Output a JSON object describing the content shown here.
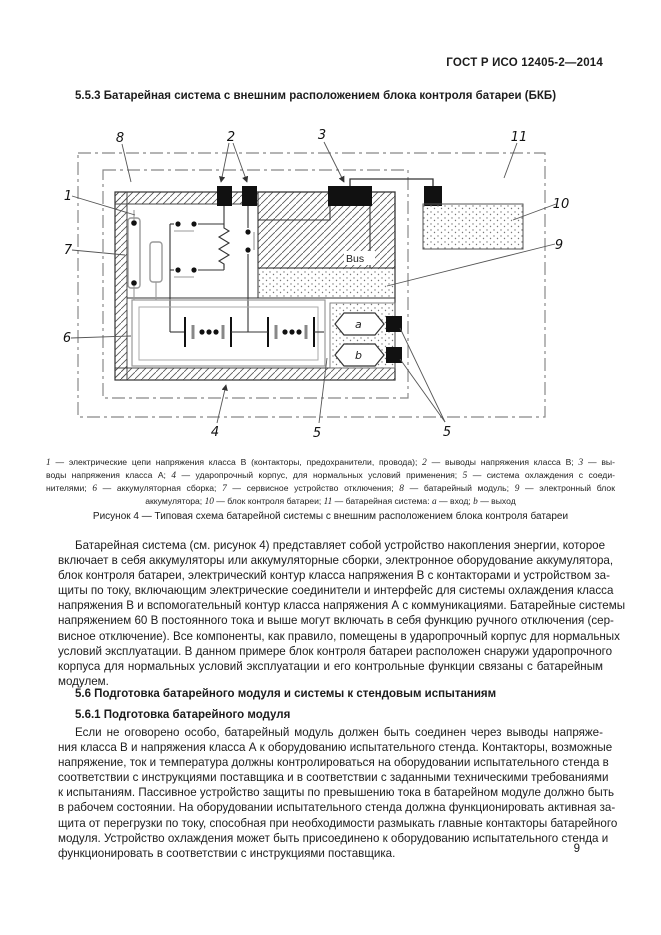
{
  "page": {
    "header": "ГОСТ Р ИСО 12405-2—2014",
    "number": "9"
  },
  "section_553": {
    "title": "5.5.3 Батарейная система с внешним расположением блока контроля батареи (БКБ)"
  },
  "figure": {
    "caption": "Рисунок 4 — Типовая схема батарейной системы с внешним расположением блока контроля батареи",
    "labels": {
      "l1": "1",
      "l2": "2",
      "l3": "3",
      "l4": "4",
      "l5a": "5",
      "l5b": "5",
      "l6": "6",
      "l7": "7",
      "l8": "8",
      "l9": "9",
      "l10": "10",
      "l11": "11",
      "port_a": "a",
      "port_b": "b",
      "bus": "Bus"
    },
    "legend_lines": [
      [
        {
          "t": "1",
          "i": true
        },
        {
          "t": " — электрические цепи напряжения класса В (контакторы, предохранители, провода); "
        },
        {
          "t": "2",
          "i": true
        },
        {
          "t": " — выводы напряжения класса В; "
        },
        {
          "t": "3",
          "i": true
        },
        {
          "t": " — вы-"
        }
      ],
      [
        {
          "t": "воды напряжения класса А; "
        },
        {
          "t": "4",
          "i": true
        },
        {
          "t": " — ударопрочный корпус, для нормальных условий применения; "
        },
        {
          "t": "5",
          "i": true
        },
        {
          "t": " — система охлаждения с соеди-"
        }
      ],
      [
        {
          "t": "нителями; "
        },
        {
          "t": "6",
          "i": true
        },
        {
          "t": " — аккумуляторная сборка; "
        },
        {
          "t": "7",
          "i": true
        },
        {
          "t": " — сервисное устройство отключения; "
        },
        {
          "t": "8",
          "i": true
        },
        {
          "t": " — батарейный модуль; "
        },
        {
          "t": "9",
          "i": true
        },
        {
          "t": " — электронный блок"
        }
      ],
      [
        {
          "t": "аккумулятора; "
        },
        {
          "t": "10",
          "i": true
        },
        {
          "t": " — блок контроля батареи; "
        },
        {
          "t": "11",
          "i": true
        },
        {
          "t": " — батарейная система: "
        },
        {
          "t": "a",
          "i": true
        },
        {
          "t": " — вход; "
        },
        {
          "t": "b",
          "i": true
        },
        {
          "t": " — выход"
        }
      ]
    ]
  },
  "para1": {
    "lines": [
      "Батарейная система (см. рисунок 4) представляет собой устройство накопления энергии, которое",
      "включает в себя аккумуляторы или аккумуляторные сборки, электронное оборудование аккумулятора,",
      "блок контроля батареи, электрический контур класса напряжения В с контакторами и устройством за-",
      "щиты по току, включающим электрические соединители и интерфейс для системы охлаждения класса",
      "напряжения В и вспомогательный контур класса напряжения А с коммуникациями. Батарейные системы",
      "напряжением 60 В постоянного тока и выше могут включать в себя функцию ручного отключения (сер-",
      "висное отключение). Все компоненты, как правило, помещены в ударопрочный корпус для нормальных",
      "условий эксплуатации. В данном примере блок контроля батареи расположен снаружи ударопрочного",
      "корпуса для нормальных условий эксплуатации и его контрольные функции связаны с батарейным",
      "модулем."
    ]
  },
  "section_56": {
    "title": "5.6 Подготовка батарейного модуля и системы к стендовым испытаниям"
  },
  "section_561": {
    "title": "5.6.1 Подготовка батарейного модуля"
  },
  "para2": {
    "lines": [
      "Если не оговорено особо, батарейный модуль должен быть соединен через выводы напряже-",
      "ния класса В и напряжения класса А к оборудованию испытательного стенда. Контакторы, возможные",
      "напряжение, ток и температура должны контролироваться на оборудовании испытательного стенда в",
      "соответствии с инструкциями поставщика и в соответствии с заданными техническими требованиями",
      "к испытаниям. Пассивное устройство защиты по превышению тока в батарейном модуле должно быть",
      "в рабочем состоянии. На оборудовании испытательного стенда должна функционировать активная за-",
      "щита от перегрузки по току, способная при необходимости размыкать главные контакторы батарейного",
      "модуля. Устройство охлаждения может быть присоединено к оборудованию испытательного стенда и",
      "функционировать в соответствии с инструкциями поставщика."
    ]
  }
}
